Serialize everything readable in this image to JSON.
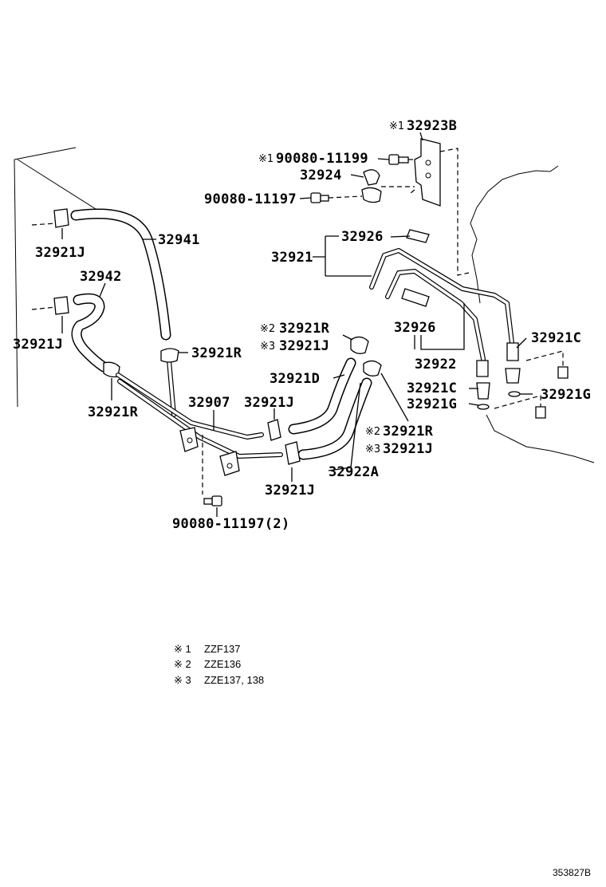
{
  "labels": {
    "p32923B": "32923B",
    "p90080_11199": "90080-11199",
    "p32924": "32924",
    "p90080_11197_top": "90080-11197",
    "p32926_top": "32926",
    "p32921": "32921",
    "p32941": "32941",
    "p32921J_a": "32921J",
    "p32942": "32942",
    "p32921J_b": "32921J",
    "p32921R_a": "32921R",
    "p32921R_b": "32921R",
    "p32921J_c": "32921J",
    "p32926_mid": "32926",
    "p32921C_a": "32921C",
    "p32922": "32922",
    "p32921C_b": "32921C",
    "p32921G_a": "32921G",
    "p32921G_b": "32921G",
    "p32921D": "32921D",
    "p32921R_c": "32921R",
    "p32907": "32907",
    "p32921J_d": "32921J",
    "p32921R_d": "32921R",
    "p32921J_e": "32921J",
    "p32922A": "32922A",
    "p32921J_f": "32921J",
    "p90080_11197_bot": "90080-11197(2)"
  },
  "marks": {
    "m1": "※1",
    "m2": "※2",
    "m3": "※3"
  },
  "legend": [
    {
      "mark": "※ 1",
      "text": "ZZF137"
    },
    {
      "mark": "※ 2",
      "text": "ZZE136"
    },
    {
      "mark": "※ 3",
      "text": "ZZE137, 138"
    }
  ],
  "figure_id": "353827B"
}
